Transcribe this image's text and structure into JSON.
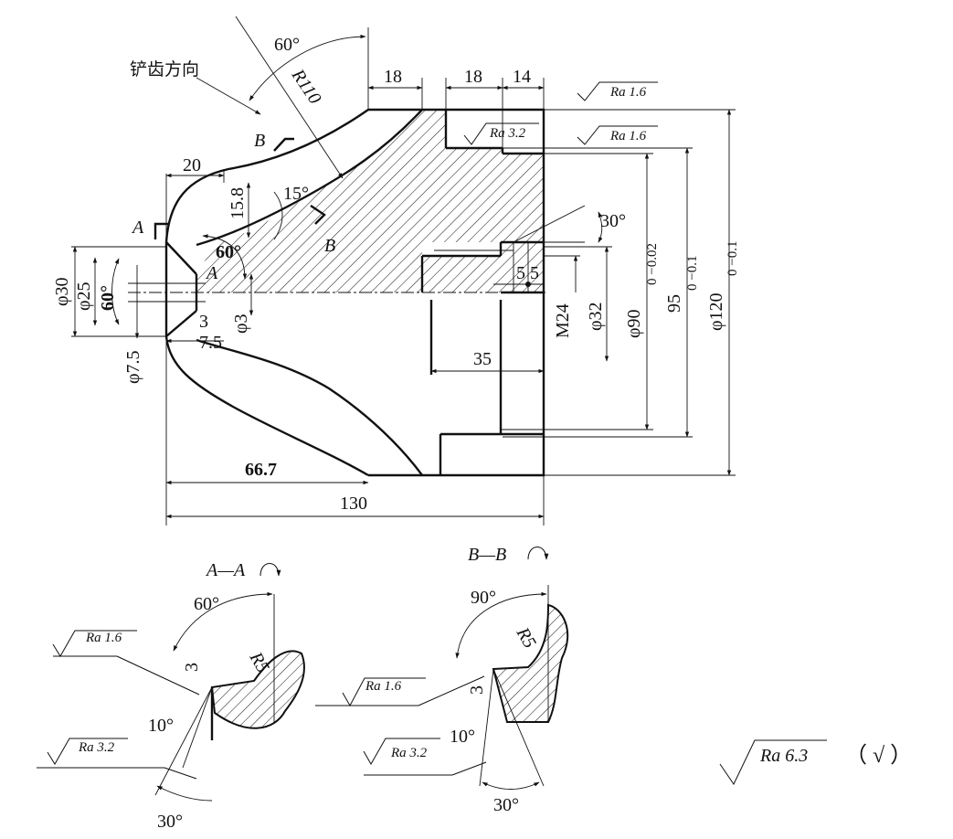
{
  "main_view": {
    "dims": {
      "d_18a": "18",
      "d_18b": "18",
      "d_14": "14",
      "d_20": "20",
      "d_15_8": "15.8",
      "d_15deg": "15°",
      "d_60deg_tip": "60°",
      "d_60deg_top": "60°",
      "d_R110": "R110",
      "d_30deg": "30°",
      "d_phi30": "φ30",
      "d_phi25": "φ25",
      "d_60deg_side": "60°",
      "d_phi7_5": "φ7.5",
      "d_3": "3",
      "d_7_5": "7.5",
      "d_phi3": "φ3",
      "d_5_5": "5 5",
      "d_M24": "M24",
      "d_phi32": "φ32",
      "d_phi90": "φ90",
      "d_tol_phi90": "0 −0.02",
      "d_95": "95",
      "d_tol_95": "0 −0.1",
      "d_phi120": "φ120",
      "d_tol_phi120": "0 −0.1",
      "d_35": "35",
      "d_66_7": "66.7",
      "d_130": "130"
    },
    "notes": {
      "relief_direction": "铲齿方向",
      "mark_A1": "A",
      "mark_A2": "A",
      "mark_B1": "B",
      "mark_B2": "B"
    },
    "roughness": {
      "ra_top": "Ra 1.6",
      "ra_mid": "Ra 3.2",
      "ra_right": "Ra 1.6"
    }
  },
  "section_A": {
    "title": "A—A",
    "dims": {
      "ang_60": "60°",
      "r5": "R5",
      "d3": "3",
      "ang_10": "10°",
      "ang_30": "30°"
    },
    "roughness": {
      "ra1": "Ra 1.6",
      "ra2": "Ra 3.2"
    }
  },
  "section_B": {
    "title": "B—B",
    "dims": {
      "ang_90": "90°",
      "r5": "R5",
      "d3": "3",
      "ang_10": "10°",
      "ang_30": "30°"
    },
    "roughness": {
      "ra1": "Ra 1.6",
      "ra2": "Ra 3.2"
    }
  },
  "general_roughness": {
    "value": "Ra 6.3",
    "note": "（ √ ）"
  }
}
